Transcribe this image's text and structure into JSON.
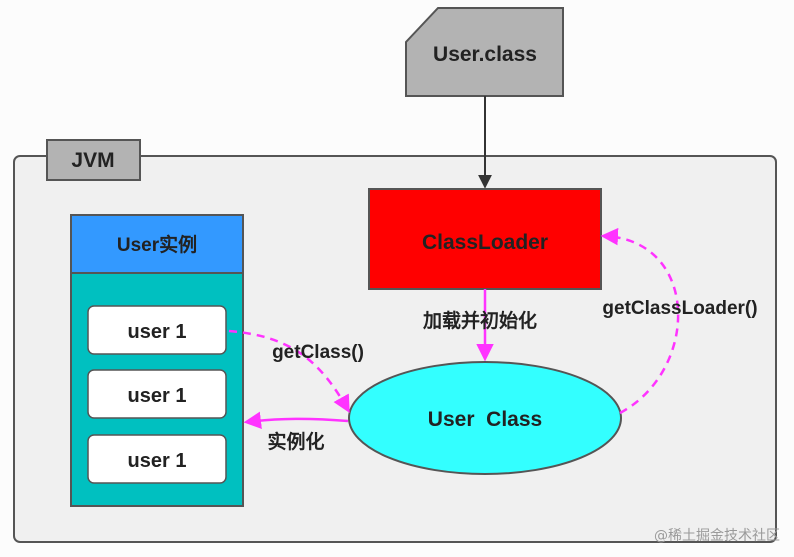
{
  "nodes": {
    "user_class_file": "User.class",
    "jvm": "JVM",
    "classloader": "ClassLoader",
    "user_class": "User  Class",
    "instances_title": "User实例",
    "instances": [
      "user 1",
      "user 1",
      "user 1"
    ]
  },
  "edges": {
    "load_init": "加载并初始化",
    "get_class": "getClass()",
    "instantiate": "实例化",
    "get_classloader": "getClassLoader()"
  },
  "colors": {
    "file": "#b3b3b3",
    "jvm_border": "#555555",
    "classloader": "#ff0000",
    "user_class": "#33ffff",
    "instances_header": "#3399ff",
    "instances_body": "#00c0c0",
    "arrow_magenta": "#ff33ff",
    "arrow_dark": "#333333"
  },
  "watermark": "@稀土掘金技术社区"
}
